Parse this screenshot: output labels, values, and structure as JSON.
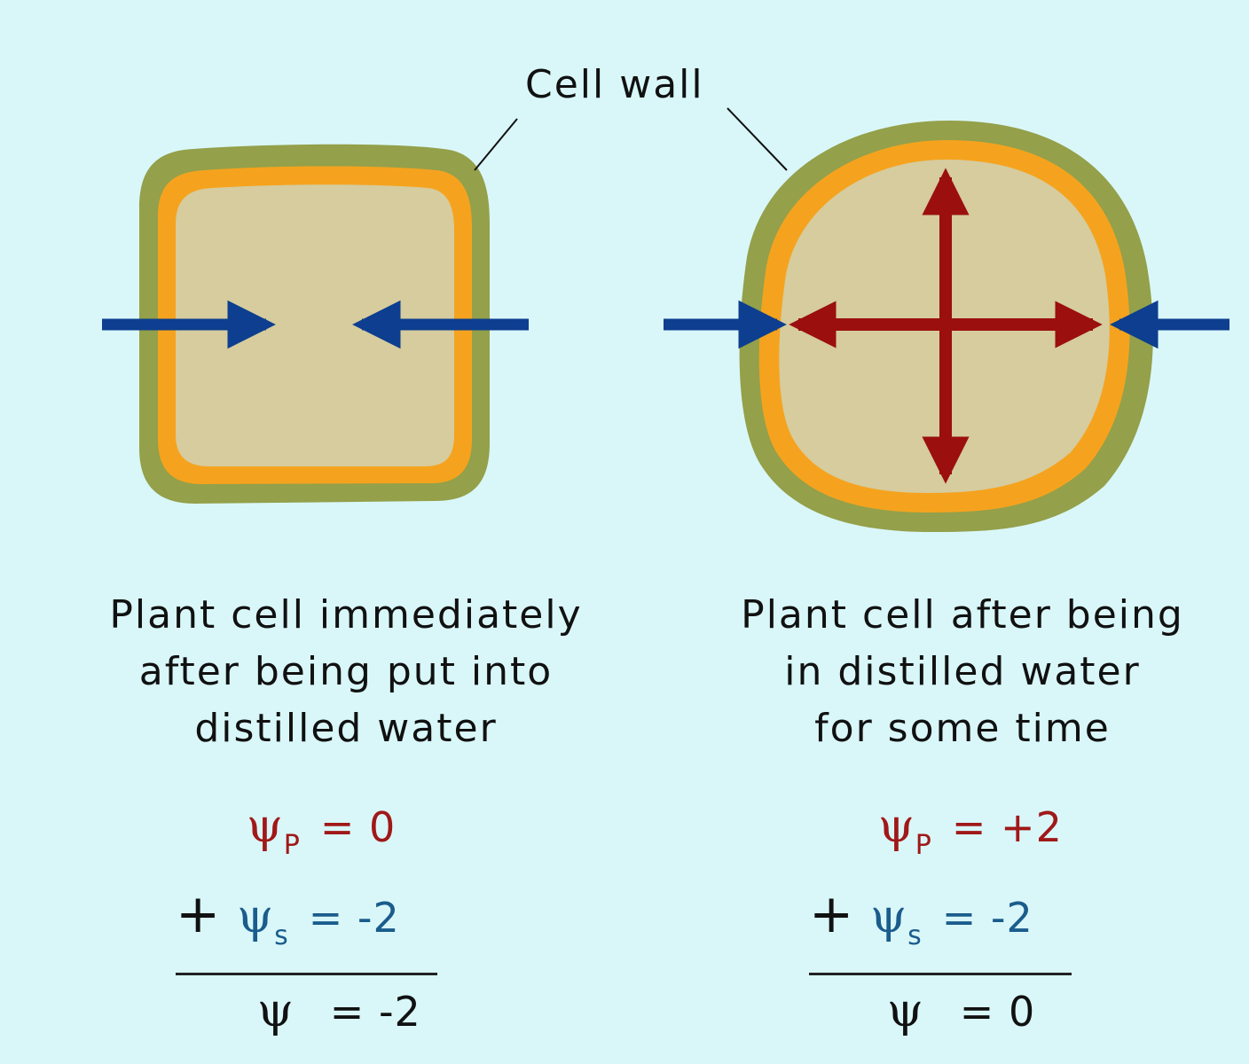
{
  "label": {
    "cell_wall": "Cell wall"
  },
  "colors": {
    "background": "#d9f7f9",
    "cell_wall": "#94a04a",
    "membrane": "#f5a31e",
    "cytoplasm": "#d6cc9e",
    "water_arrow": "#0d3e8f",
    "pressure_arrow": "#9b0f0f",
    "psi_p": "#a01818",
    "psi_s": "#1a5c8c",
    "psi_total": "#111111"
  },
  "left": {
    "caption": "Plant cell immediately\nafter being put into\ndistilled water",
    "eq": {
      "p_symbol": "ψ",
      "p_sub": "P",
      "p_value": "= 0",
      "plus": "+",
      "s_symbol": "ψ",
      "s_sub": "s",
      "s_value": "= -2",
      "t_symbol": "ψ",
      "t_value": "= -2"
    }
  },
  "right": {
    "caption": "Plant cell after being\nin distilled water\nfor some time",
    "eq": {
      "p_symbol": "ψ",
      "p_sub": "P",
      "p_value": "= +2",
      "plus": "+",
      "s_symbol": "ψ",
      "s_sub": "s",
      "s_value": "= -2",
      "t_symbol": "ψ",
      "t_value": "= 0"
    }
  }
}
